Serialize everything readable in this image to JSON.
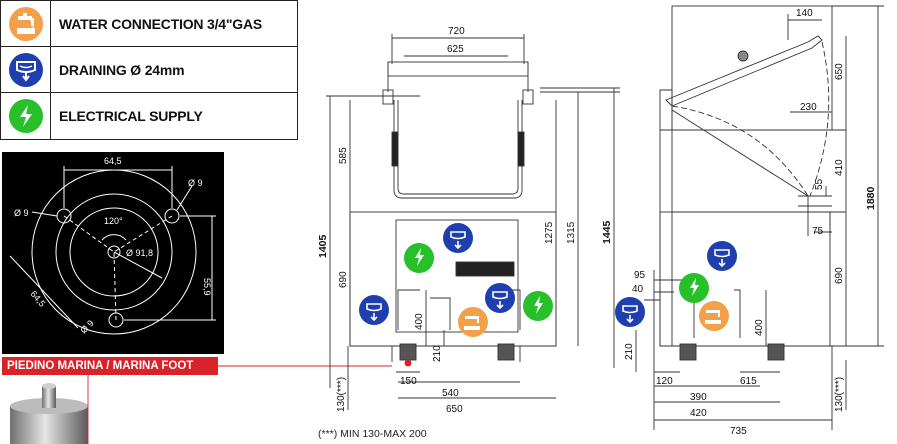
{
  "legend": {
    "rows": [
      {
        "label": "WATER CONNECTION 3/4\"GAS",
        "icon": "water-tap-icon",
        "color": "#f2a04a"
      },
      {
        "label": "DRAINING  Ø 24mm",
        "icon": "drain-icon",
        "color": "#1f3fae"
      },
      {
        "label": "ELECTRICAL SUPPLY",
        "icon": "lightning-icon",
        "color": "#27c02a"
      }
    ]
  },
  "foot_detail": {
    "dims": {
      "width": "64,5",
      "hole_right": "Ø 9",
      "hole_left": "Ø 9",
      "angle": "120°",
      "circle": "Ø 91,8",
      "height": "55,9",
      "diag": "64,5",
      "hole_bottom": "Ø 9"
    },
    "banner": "PIEDINO MARINA / MARINA FOOT"
  },
  "front_view": {
    "dims": {
      "w720": "720",
      "w625": "625",
      "h585": "585",
      "h1405": "1405",
      "h690": "690",
      "h1275": "1275",
      "h1315": "1315",
      "h1445": "1445",
      "h400": "400",
      "h210": "210",
      "w150": "150",
      "w540": "540",
      "w650": "650",
      "h130": "130(***)"
    }
  },
  "side_view": {
    "dims": {
      "w140": "140",
      "h650": "650",
      "w230": "230",
      "h410": "410",
      "h55": "55",
      "h1880": "1880",
      "w75": "75",
      "w95": "95",
      "w40": "40",
      "h690": "690",
      "h400": "400",
      "h210": "210",
      "w120": "120",
      "w615": "615",
      "w390": "390",
      "w420": "420",
      "w735": "735",
      "h130": "130(***)"
    }
  },
  "note": "(***) MIN 130-MAX 200",
  "colors": {
    "water": "#f2a04a",
    "drain": "#1f3fae",
    "electric": "#27c02a",
    "banner": "#d8232a",
    "leader": "#d8232a"
  }
}
